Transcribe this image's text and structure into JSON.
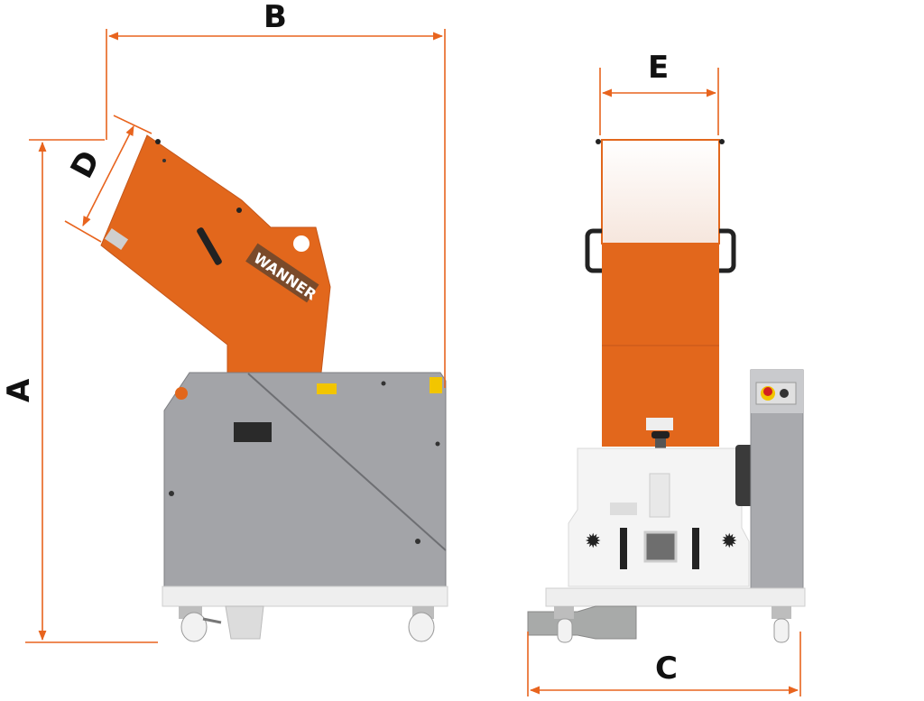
{
  "dimensions": {
    "A": "A",
    "B": "B",
    "C": "C",
    "D": "D",
    "E": "E"
  },
  "logo": {
    "brand": "WANNER"
  },
  "colors": {
    "dimension_line": "#e8641e",
    "machine_orange": "#e2671c",
    "machine_gray": "#a3a4a8",
    "frame_white": "#eeeeee",
    "label": "#111111"
  }
}
